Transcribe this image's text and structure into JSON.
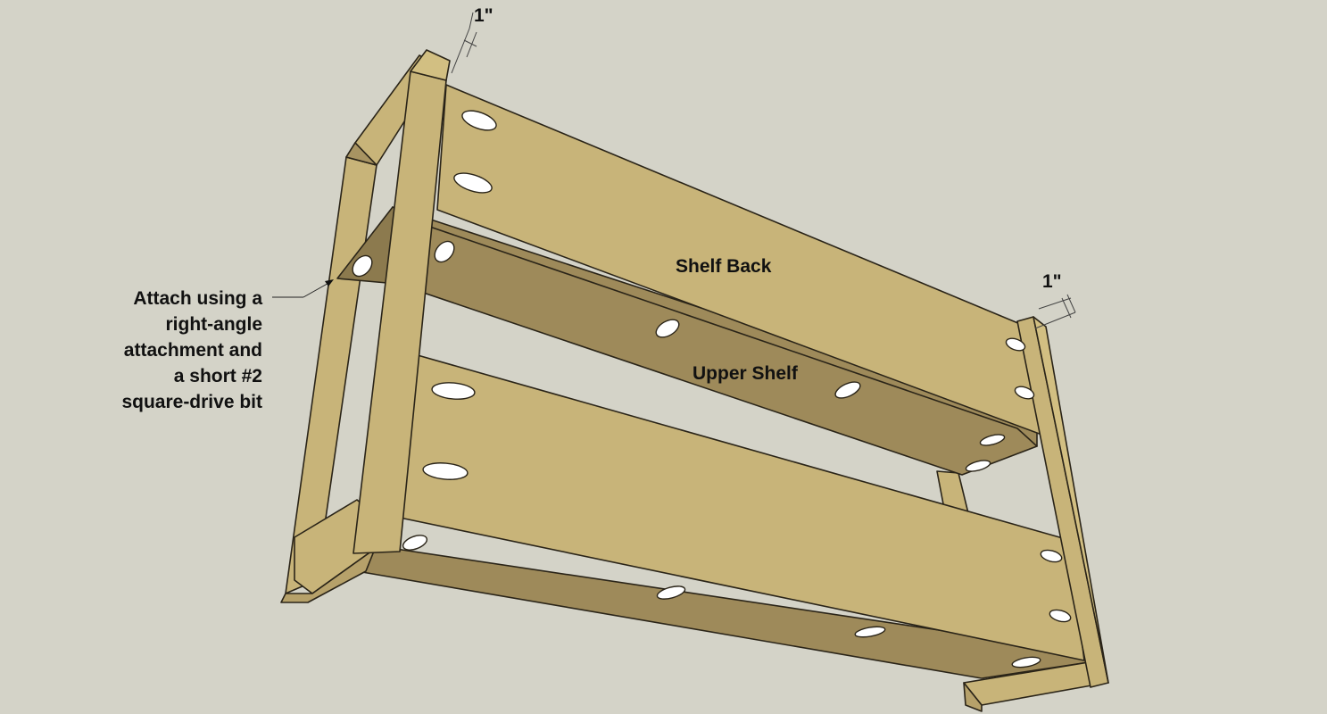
{
  "labels": {
    "shelf_back": "Shelf Back",
    "upper_shelf": "Upper Shelf",
    "dim_left": "1\"",
    "dim_right": "1\""
  },
  "note": {
    "lines": [
      "Attach using a",
      "right-angle",
      "attachment and",
      "a short #2",
      "square-drive bit"
    ]
  },
  "colors": {
    "background": "#d4d3c8",
    "wood_top": "#c8b479",
    "wood_light": "#d2bf82",
    "wood_shade": "#9e8a5a",
    "wood_dark": "#8c7a4e",
    "outline": "#2a2418",
    "hole": "#ffffff"
  }
}
